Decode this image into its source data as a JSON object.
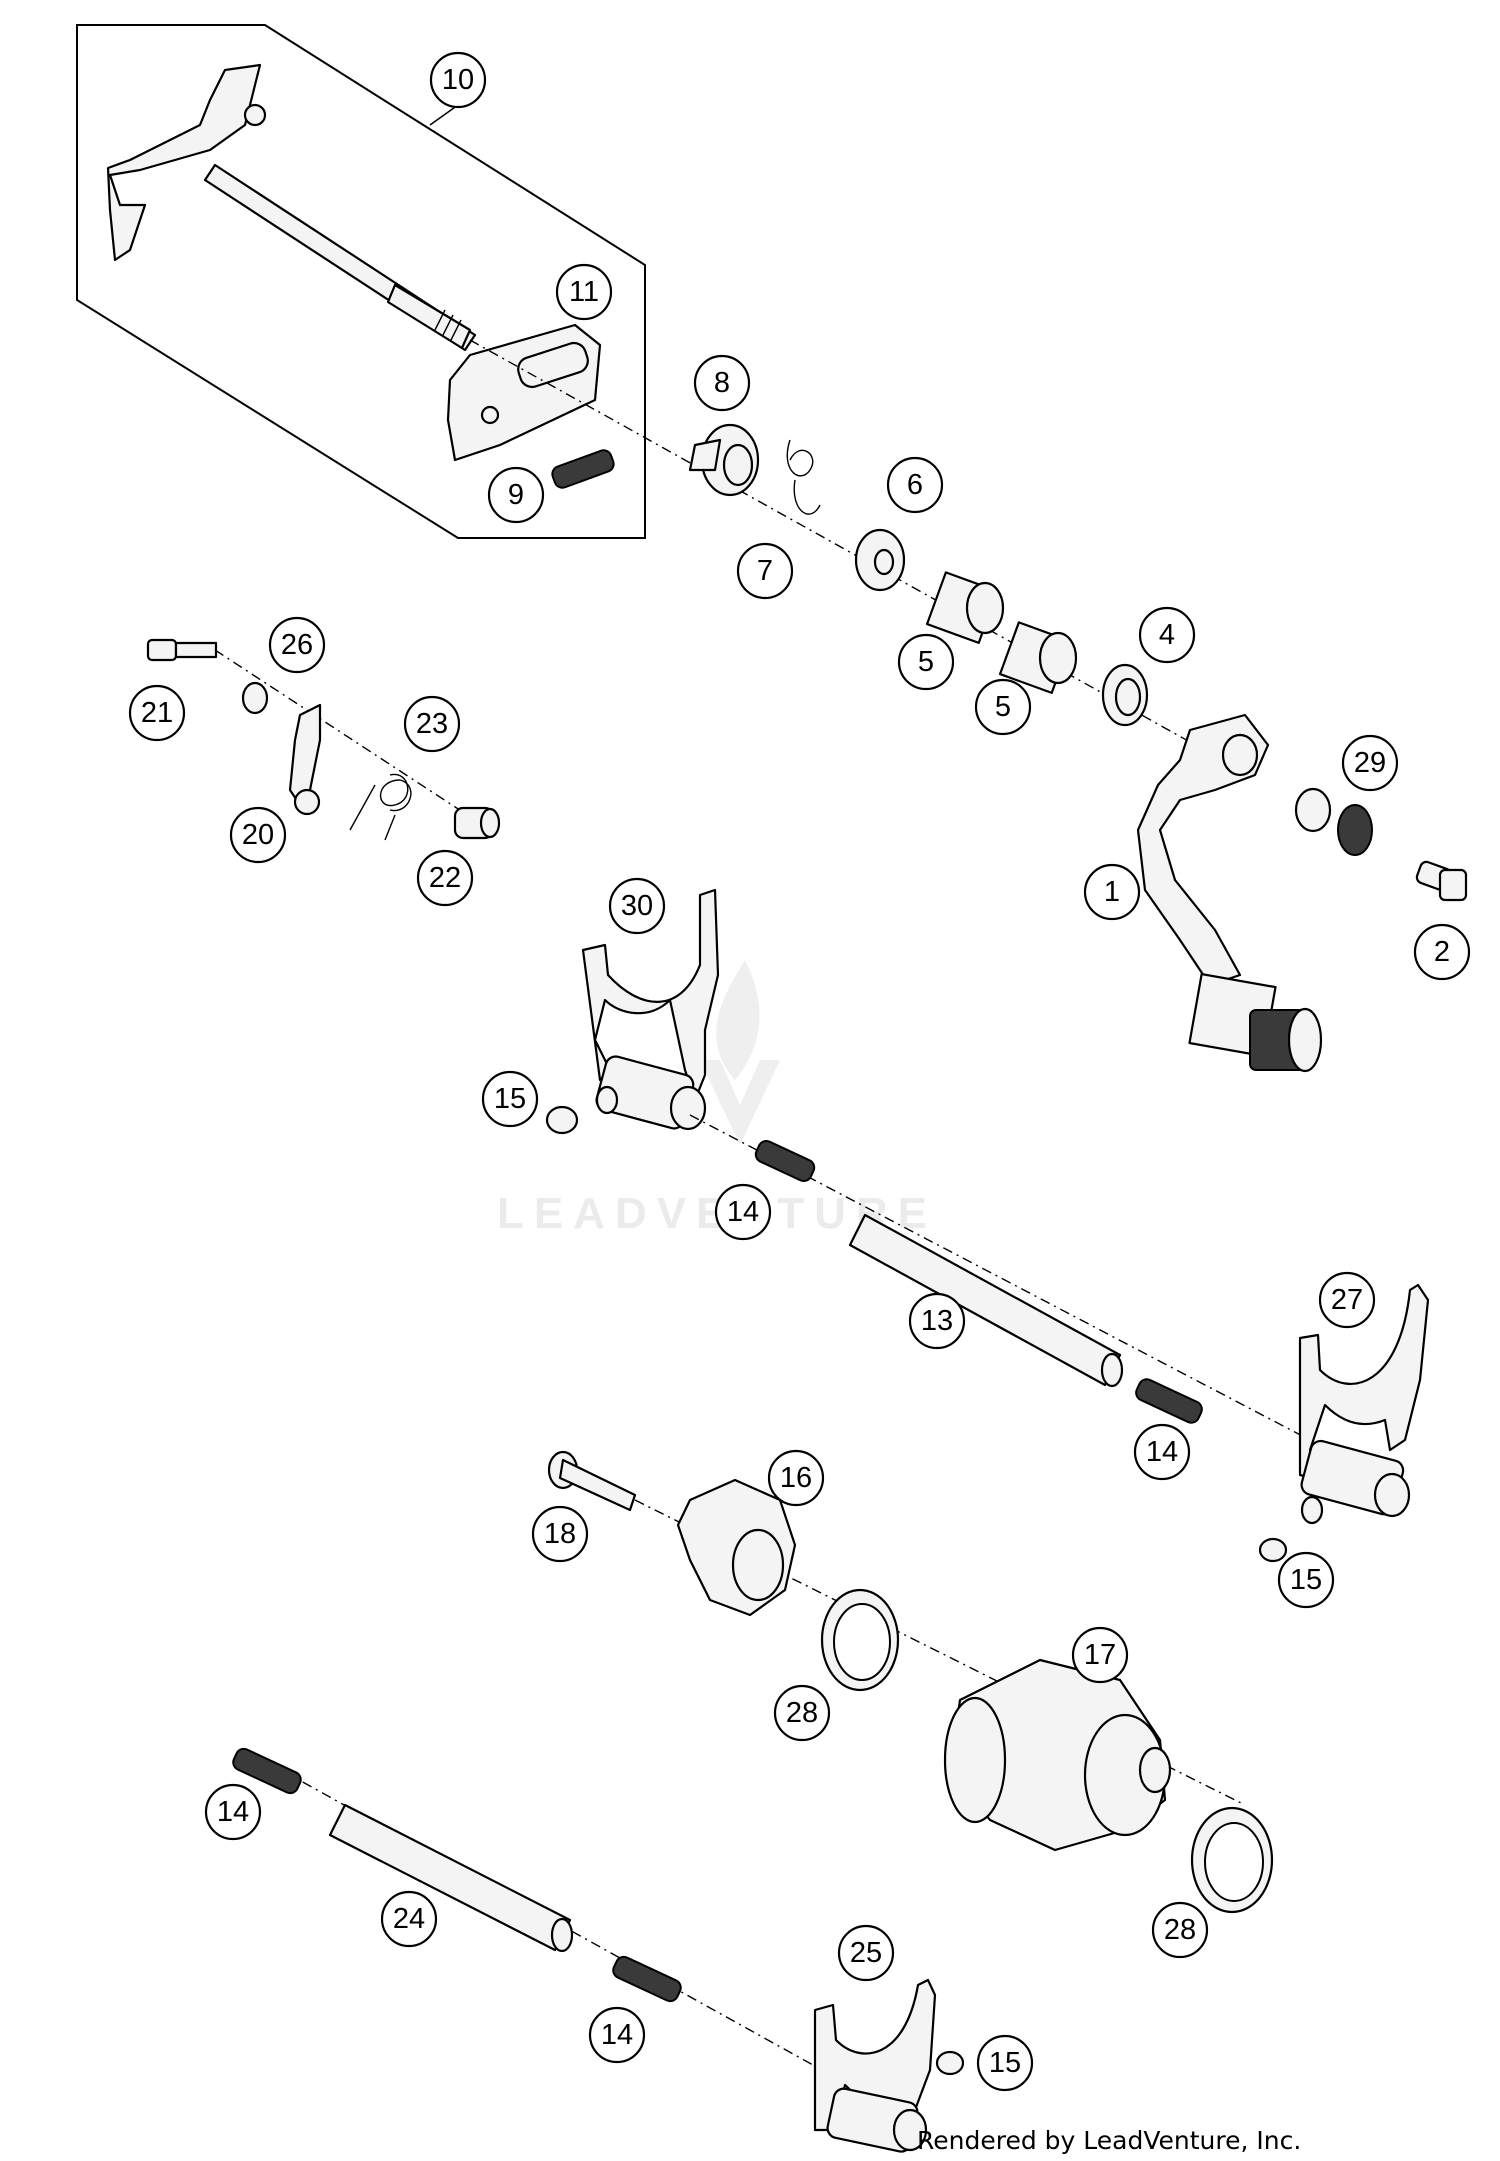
{
  "watermark": {
    "text": "LEADVENTURE"
  },
  "credit": "Rendered by LeadVenture, Inc.",
  "callouts": [
    {
      "id": "c10",
      "label": "10"
    },
    {
      "id": "c11",
      "label": "11"
    },
    {
      "id": "c9",
      "label": "9"
    },
    {
      "id": "c8",
      "label": "8"
    },
    {
      "id": "c6",
      "label": "6"
    },
    {
      "id": "c7",
      "label": "7"
    },
    {
      "id": "c5a",
      "label": "5"
    },
    {
      "id": "c5b",
      "label": "5"
    },
    {
      "id": "c4",
      "label": "4"
    },
    {
      "id": "c29",
      "label": "29"
    },
    {
      "id": "c1",
      "label": "1"
    },
    {
      "id": "c2",
      "label": "2"
    },
    {
      "id": "c26",
      "label": "26"
    },
    {
      "id": "c21",
      "label": "21"
    },
    {
      "id": "c23",
      "label": "23"
    },
    {
      "id": "c20",
      "label": "20"
    },
    {
      "id": "c22",
      "label": "22"
    },
    {
      "id": "c30",
      "label": "30"
    },
    {
      "id": "c15a",
      "label": "15"
    },
    {
      "id": "c14a",
      "label": "14"
    },
    {
      "id": "c13",
      "label": "13"
    },
    {
      "id": "c27",
      "label": "27"
    },
    {
      "id": "c14b",
      "label": "14"
    },
    {
      "id": "c15b",
      "label": "15"
    },
    {
      "id": "c16",
      "label": "16"
    },
    {
      "id": "c18",
      "label": "18"
    },
    {
      "id": "c28a",
      "label": "28"
    },
    {
      "id": "c17",
      "label": "17"
    },
    {
      "id": "c28b",
      "label": "28"
    },
    {
      "id": "c14c",
      "label": "14"
    },
    {
      "id": "c24",
      "label": "24"
    },
    {
      "id": "c25",
      "label": "25"
    },
    {
      "id": "c14d",
      "label": "14"
    },
    {
      "id": "c15c",
      "label": "15"
    }
  ]
}
